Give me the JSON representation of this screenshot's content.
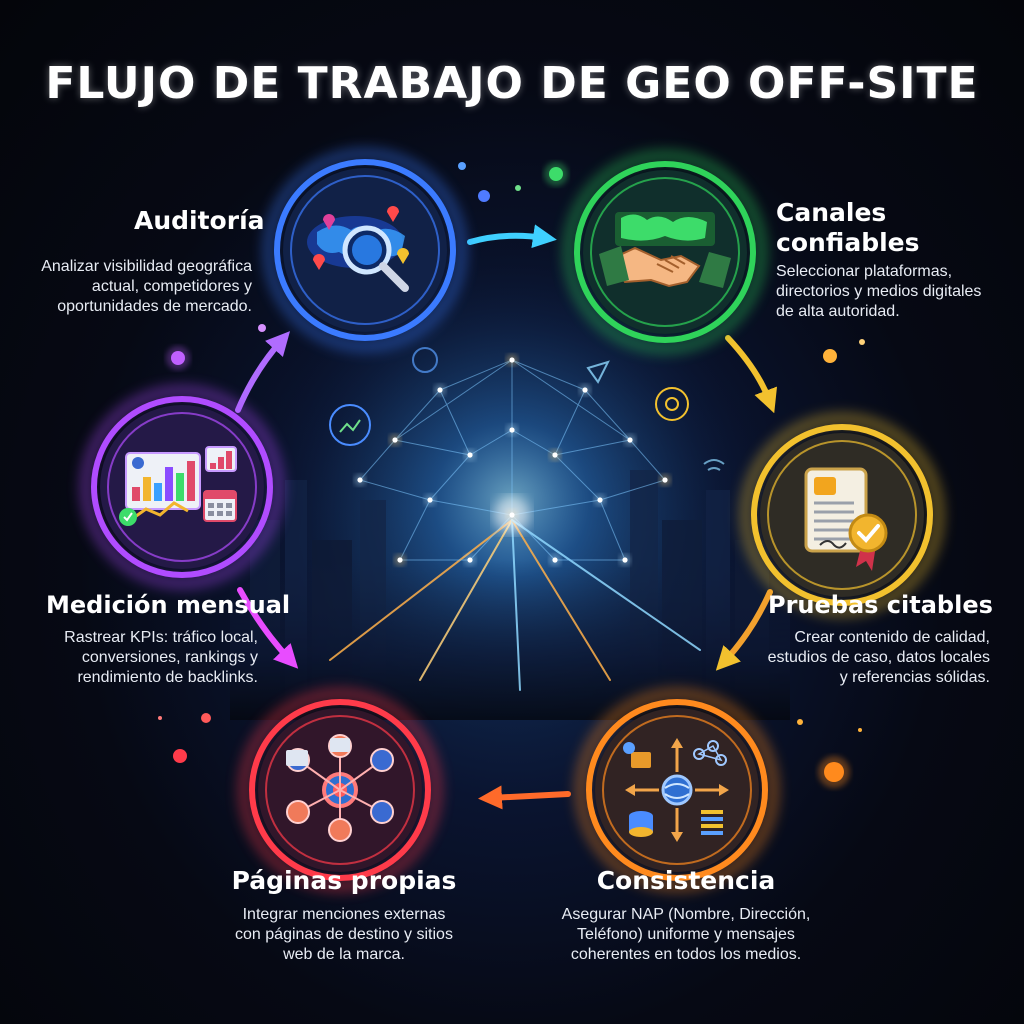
{
  "title": "FLUJO DE TRABAJO DE GEO OFF-SITE",
  "stages": [
    {
      "key": "auditoria",
      "title": "Auditoría",
      "desc": [
        "Analizar visibilidad geográfica",
        "actual, competidores y",
        "oportunidades de mercado."
      ],
      "color": "#3b7bff",
      "icon": "world-map-magnifier-icon"
    },
    {
      "key": "canales",
      "title": [
        "Canales",
        "confiables"
      ],
      "desc": [
        "Seleccionar plataformas,",
        "directorios y medios digitales",
        "de alta autoridad."
      ],
      "color": "#2fd35a",
      "icon": "handshake-icon"
    },
    {
      "key": "pruebas",
      "title": "Pruebas citables",
      "desc": [
        "Crear contenido de calidad,",
        "estudios de caso, datos locales",
        "y referencias sólidas."
      ],
      "color": "#f2c12e",
      "icon": "certificate-icon"
    },
    {
      "key": "consistencia",
      "title": "Consistencia",
      "desc": [
        "Asegurar NAP (Nombre, Dirección,",
        "Teléfono) uniforme y mensajes",
        "coherentes en todos los medios."
      ],
      "color": "#ff8a1e",
      "icon": "data-distribution-icon"
    },
    {
      "key": "paginas",
      "title": "Páginas propias",
      "desc": [
        "Integrar menciones externas",
        "con páginas de destino y sitios",
        "web de la marca."
      ],
      "color": "#ff3b4a",
      "icon": "network-links-icon"
    },
    {
      "key": "medicion",
      "title": "Medición mensual",
      "desc": [
        "Rastrear KPIs: tráfico local,",
        "conversiones, rankings y",
        "rendimiento de backlinks."
      ],
      "color": "#b04cff",
      "icon": "analytics-dashboard-icon"
    }
  ]
}
